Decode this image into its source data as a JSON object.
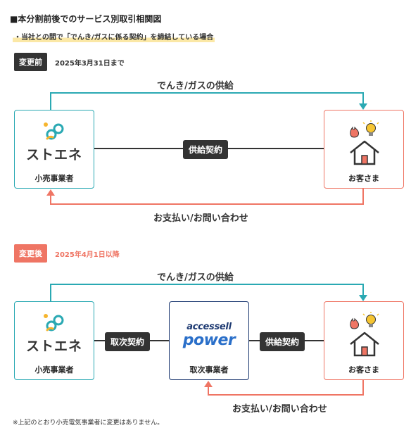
{
  "title": "■本分割前後でのサービス別取引相関図",
  "condition": "・当社との間で「でんき/ガスに係る契約」を締結している場合",
  "before": {
    "badge": "変更前",
    "date": "2025年3月31日まで",
    "supply_label": "でんき/ガスの供給",
    "payment_label": "お支払い/お問い合わせ",
    "contract_label": "供給契約",
    "retailer": {
      "logo_text": "ストエネ",
      "label": "小売事業者"
    },
    "customer": {
      "label": "お客さま"
    }
  },
  "after": {
    "badge": "変更後",
    "date": "2025年4月1日以降",
    "supply_label": "でんき/ガスの供給",
    "payment_label": "お支払い/お問い合わせ",
    "agency_contract_label": "取次契約",
    "supply_contract_label": "供給契約",
    "retailer": {
      "logo_text": "ストエネ",
      "label": "小売事業者"
    },
    "agent": {
      "logo_top": "accessell",
      "logo_bottom": "power",
      "label": "取次事業者"
    },
    "customer": {
      "label": "お客さま"
    }
  },
  "note": "※上記のとおり小売電気事業者に変更はありません。",
  "colors": {
    "teal": "#2aa9b3",
    "coral": "#ef7564",
    "navy": "#1e3a72",
    "dark": "#333333"
  }
}
